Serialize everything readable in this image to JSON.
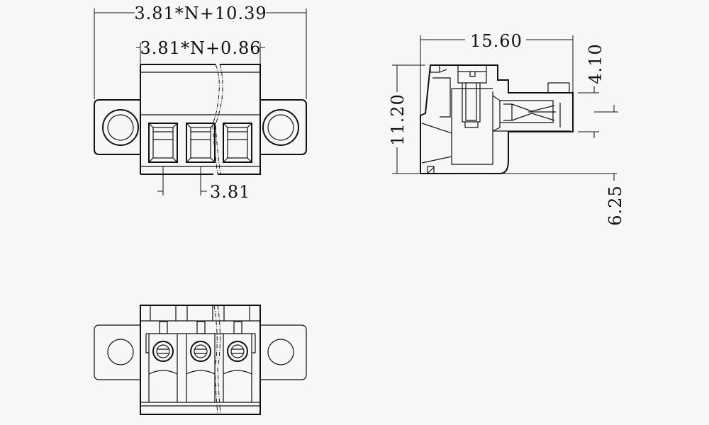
{
  "front_view": {
    "overall_width_label": "3.81*N+10.39",
    "body_width_label": "3.81*N+0.86",
    "pitch_label": "3.81"
  },
  "side_view": {
    "depth_label": "15.60",
    "height_label": "11.20",
    "pin_offset_label": "4.10",
    "pin_height_label": "6.25"
  },
  "bottom_view": {}
}
